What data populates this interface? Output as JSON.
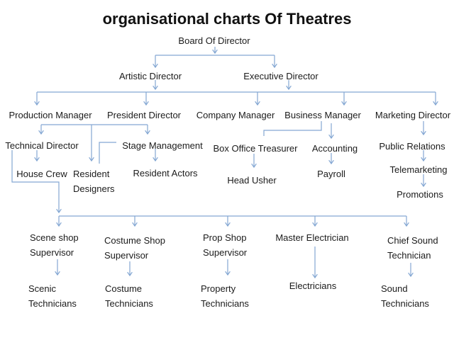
{
  "title": "organisational charts Of Theatres",
  "colors": {
    "line": "#84a7d3",
    "text": "#1b1b1b",
    "background": "#ffffff"
  },
  "nodes": {
    "board_of_director": {
      "label": "Board Of Director"
    },
    "artistic_director": {
      "label": "Artistic Director"
    },
    "executive_director": {
      "label": "Executive Director"
    },
    "production_manager": {
      "label": "Production Manager"
    },
    "president_director": {
      "label": "President Director"
    },
    "company_manager": {
      "label": "Company Manager"
    },
    "business_manager": {
      "label": "Business Manager"
    },
    "marketing_director": {
      "label": "Marketing Director"
    },
    "technical_director": {
      "label": "Technical Director"
    },
    "stage_management": {
      "label": "Stage Management"
    },
    "box_office_treasurer": {
      "label": "Box Office Treasurer"
    },
    "accounting": {
      "label": "Accounting"
    },
    "public_relations": {
      "label": "Public Relations"
    },
    "house_crew": {
      "label": "House Crew"
    },
    "resident_designers": {
      "label": "Resident\nDesigners"
    },
    "resident_actors": {
      "label": "Resident Actors"
    },
    "head_usher": {
      "label": "Head Usher"
    },
    "payroll": {
      "label": "Payroll"
    },
    "telemarketing": {
      "label": "Telemarketing"
    },
    "promotions": {
      "label": "Promotions"
    },
    "scene_shop_supervisor": {
      "label": "Scene shop\nSupervisor"
    },
    "costume_shop_supervisor": {
      "label": "Costume Shop\nSupervisor"
    },
    "prop_shop_supervisor": {
      "label": "Prop Shop\nSupervisor"
    },
    "master_electrician": {
      "label": "Master Electrician"
    },
    "chief_sound_technician": {
      "label": "Chief Sound\nTechnician"
    },
    "scenic_technicians": {
      "label": "Scenic\nTechnicians"
    },
    "costume_technicians": {
      "label": "Costume\nTechnicians"
    },
    "property_technicians": {
      "label": "Property\nTechnicians"
    },
    "electricians": {
      "label": "Electricians"
    },
    "sound_technicians": {
      "label": "Sound\nTechnicians"
    }
  },
  "edges": [
    {
      "from": [
        "board_of_director"
      ],
      "to": [
        "artistic_director",
        "executive_director"
      ]
    },
    {
      "from": [
        "artistic_director",
        "executive_director"
      ],
      "to": [
        "production_manager",
        "president_director",
        "company_manager",
        "business_manager",
        "marketing_director"
      ]
    },
    {
      "from": [
        "production_manager",
        "president_director"
      ],
      "to": [
        "technical_director",
        "resident_designers",
        "stage_management"
      ]
    },
    {
      "from": [
        "technical_director"
      ],
      "to": [
        "house_crew"
      ]
    },
    {
      "from": [
        "technical_director"
      ],
      "to": [
        "scene_shop_supervisor",
        "costume_shop_supervisor",
        "prop_shop_supervisor",
        "master_electrician",
        "chief_sound_technician"
      ]
    },
    {
      "from": [
        "stage_management"
      ],
      "to": [
        "resident_actors"
      ]
    },
    {
      "from": [
        "stage_management"
      ],
      "to": [
        "resident_designers"
      ]
    },
    {
      "from": [
        "business_manager"
      ],
      "to": [
        "box_office_treasurer",
        "accounting"
      ]
    },
    {
      "from": [
        "box_office_treasurer"
      ],
      "to": [
        "head_usher"
      ]
    },
    {
      "from": [
        "accounting"
      ],
      "to": [
        "payroll"
      ]
    },
    {
      "from": [
        "marketing_director"
      ],
      "to": [
        "public_relations"
      ]
    },
    {
      "from": [
        "public_relations"
      ],
      "to": [
        "telemarketing"
      ]
    },
    {
      "from": [
        "telemarketing"
      ],
      "to": [
        "promotions"
      ]
    },
    {
      "from": [
        "scene_shop_supervisor"
      ],
      "to": [
        "scenic_technicians"
      ]
    },
    {
      "from": [
        "costume_shop_supervisor"
      ],
      "to": [
        "costume_technicians"
      ]
    },
    {
      "from": [
        "prop_shop_supervisor"
      ],
      "to": [
        "property_technicians"
      ]
    },
    {
      "from": [
        "master_electrician"
      ],
      "to": [
        "electricians"
      ]
    },
    {
      "from": [
        "chief_sound_technician"
      ],
      "to": [
        "sound_technicians"
      ]
    }
  ]
}
